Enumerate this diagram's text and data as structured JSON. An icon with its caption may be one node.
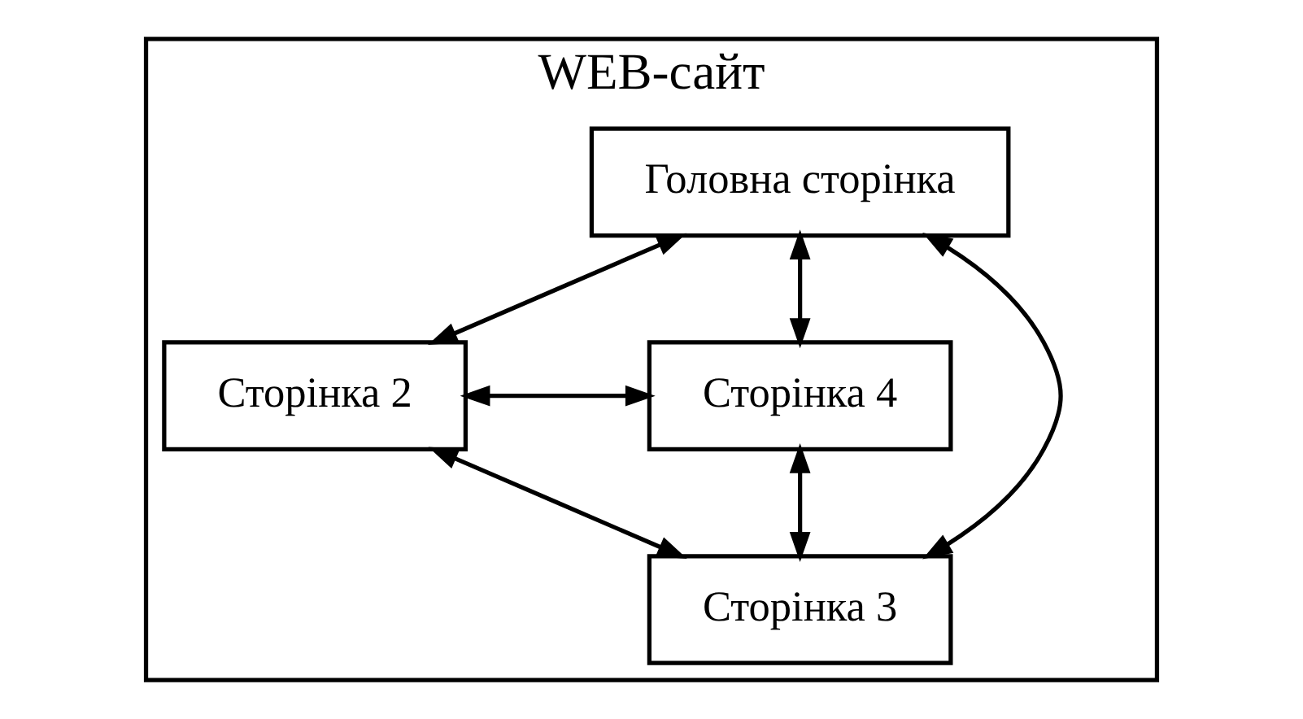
{
  "diagram": {
    "nodes": [
      {
        "text": [
          "WEB-сайт"
        ]
      },
      {
        "text": [
          "Головна сторінка"
        ],
        "in": 0
      },
      {
        "text": [
          "Сторінка 2"
        ],
        "in": 0
      },
      {
        "text": [
          "Сторінка 4"
        ],
        "in": 0
      },
      {
        "text": [
          "Сторінка 3"
        ],
        "in": 0
      }
    ],
    "edges": [
      {
        "from": 1,
        "to": 2,
        "arrow": "both"
      },
      {
        "from": 1,
        "to": 4,
        "arrow": "both"
      },
      {
        "from": 1,
        "to": 3,
        "arrow": "both"
      },
      {
        "from": 2,
        "to": 3,
        "arrow": "both"
      },
      {
        "from": 2,
        "to": 4,
        "arrow": "both"
      },
      {
        "from": 3,
        "to": 4,
        "arrow": "both"
      }
    ]
  }
}
